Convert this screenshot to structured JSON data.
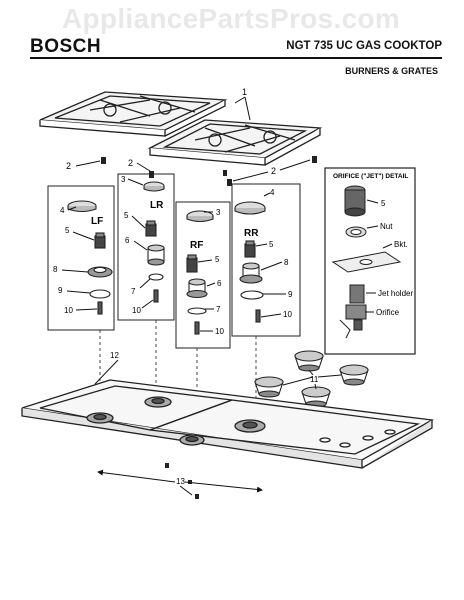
{
  "watermark": "AppliancePartsPros.com",
  "header": {
    "brand": "BOSCH",
    "model": "NGT 735 UC GAS COOKTOP",
    "section": "BURNERS & GRATES"
  },
  "detail_box": {
    "title": "ORIFICE (\"JET\") DETAIL",
    "labels": {
      "jet_part_number": "5",
      "nut": "Nut",
      "bracket": "Bkt.",
      "jet_holder": "Jet holder",
      "orifice": "Orifice"
    }
  },
  "burner_groups": {
    "lf": "LF",
    "lr": "LR",
    "rf": "RF",
    "rr": "RR"
  },
  "callouts": {
    "grates": "1",
    "grate_foot_left": "2",
    "grate_foot_top": "2",
    "grate_foot_right": "2",
    "lr_cap": "3",
    "rf_cap": "3",
    "lf_cap": "4",
    "rr_cap": "4",
    "lf_jet": "5",
    "lr_jet": "5",
    "rf_jet": "5",
    "rr_jet": "5",
    "lr_base": "6",
    "rf_base": "6",
    "lr_spring": "7",
    "rf_spring": "7",
    "lf_base": "8",
    "rr_base": "8",
    "lf_oring": "9",
    "rr_oring": "9",
    "lf_electrode": "10",
    "lr_electrode": "10",
    "rf_electrode": "10",
    "rr_electrode": "10",
    "knobs": "11",
    "cooktop": "12",
    "hardware": "13"
  }
}
